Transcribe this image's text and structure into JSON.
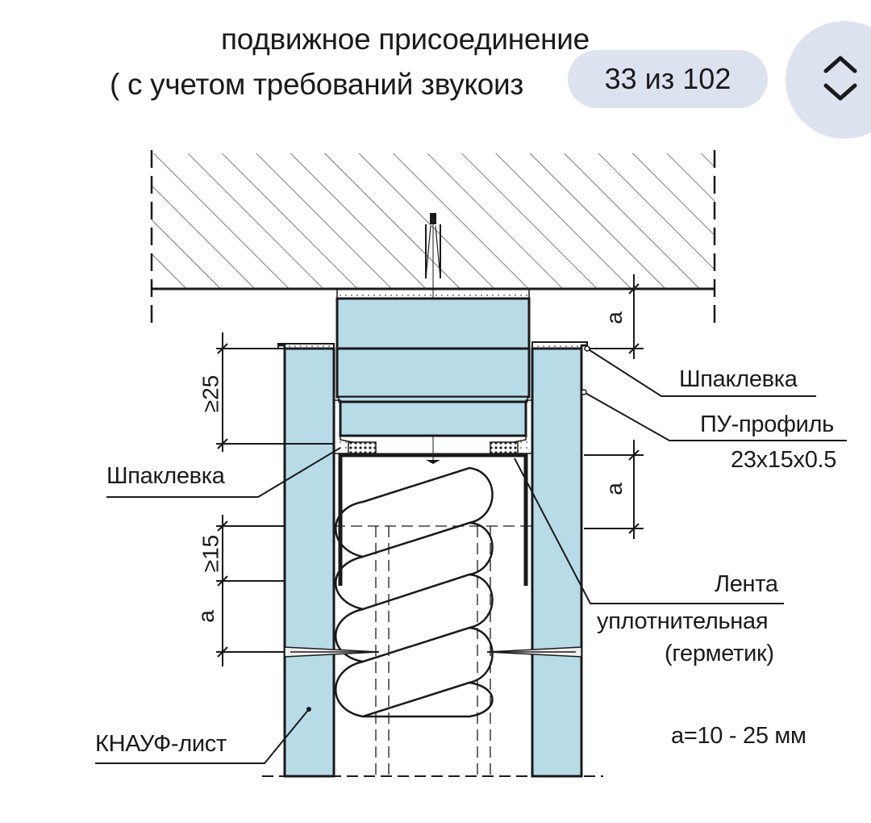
{
  "document": {
    "title_line1": "подвижное присоединение",
    "title_line2": "( с учетом требований звукоиз",
    "labels": {
      "shpaklevka_right": "Шпаклевка",
      "pu_profile": "ПУ-профиль",
      "pu_profile_size": "23x15x0.5",
      "shpaklevka_left": "Шпаклевка",
      "lenta_1": "Лента",
      "lenta_2": "уплотнительная",
      "lenta_3": "(герметик)",
      "knauf": "КНАУФ-лист",
      "formula": "a=10 - 25 мм"
    },
    "dimensions": {
      "ge25": "≥25",
      "ge15": "≥15",
      "a_left": "a",
      "a_right_top": "a",
      "a_right_mid": "a"
    }
  },
  "viewer": {
    "page_counter": "33 из 102",
    "nav_icon": "chevron-up-down-icon"
  },
  "colors": {
    "board_fill": "#b8dbe8",
    "overlay_bg": "#dde3ee",
    "line": "#1a1a1a"
  }
}
